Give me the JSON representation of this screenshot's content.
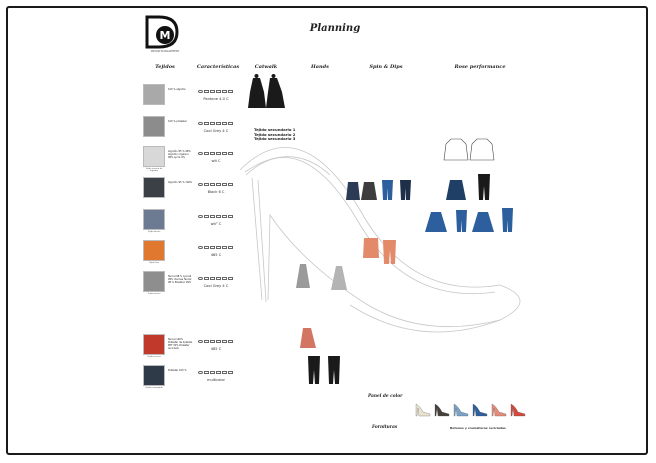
{
  "page": {
    "title": "Planning",
    "logo_text": "M",
    "logo_caption": "DESIGN MANAGEMENT"
  },
  "columns": [
    "Tejidos",
    "Características",
    "Catwalk",
    "Hands",
    "Spin & Dips",
    "Rose performance"
  ],
  "fabrics": [
    {
      "composition": "100 % algodón",
      "pantone": "Pantone 4-0 C",
      "swatch": "#a9a9a9",
      "label": ""
    },
    {
      "composition": "100 % poliéster",
      "pantone": "Cool Grey 4 C",
      "swatch": "#8c8c8c",
      "label": ""
    },
    {
      "composition": "Algodón 85 % 98% Algodón orgánico 96% Lycra 4%",
      "pantone": "wit C",
      "swatch": "#d8d8d8",
      "label": "Tejido mezcla de algodón"
    },
    {
      "composition": "Algodón 95 % 100%",
      "pantone": "Black 6 C",
      "swatch": "#3b3f46",
      "label": ""
    },
    {
      "composition": "",
      "pantone": "wit° C",
      "swatch": "#6c7a92",
      "label": "Tejido denim"
    },
    {
      "composition": "",
      "pantone": "485 C",
      "swatch": "#e0782f",
      "label": "Tejido lino"
    },
    {
      "composition": "Tencel 98 % Lyocell 99% Viscosa Tencel 98 % Elastano 99%",
      "pantone": "Cool Grey 4 C",
      "swatch": "#8e8e8e",
      "label": "Tejido tencel"
    },
    {
      "composition": "Tencel 100% Poliéster de botellas PET 30% Poliéster reciclado",
      "pantone": "485 C",
      "swatch": "#c0392b",
      "label": "Tejido técnico"
    },
    {
      "composition": "Poliéster 100 %",
      "pantone": "multicolor",
      "swatch": "#2e3a48",
      "label": "Tejido estampado"
    }
  ],
  "tejidos_secundarios": [
    "Tejido secundario 1",
    "Tejido secundario 2",
    "Tejido secundario 3"
  ],
  "panel_color": {
    "label": "Panel de color",
    "shoe_colors": [
      "#e8e2cf",
      "#45413a",
      "#7aa3c7",
      "#2d5f9e",
      "#e58b7a",
      "#d4493d"
    ]
  },
  "fornituras": {
    "label": "Fornituras",
    "text": "Botones y cremalleras recicladas"
  },
  "colors": {
    "navy": "#1f3f66",
    "denim": "#2d5f9e",
    "coral": "#e28a6a",
    "black": "#1a1a1a"
  }
}
